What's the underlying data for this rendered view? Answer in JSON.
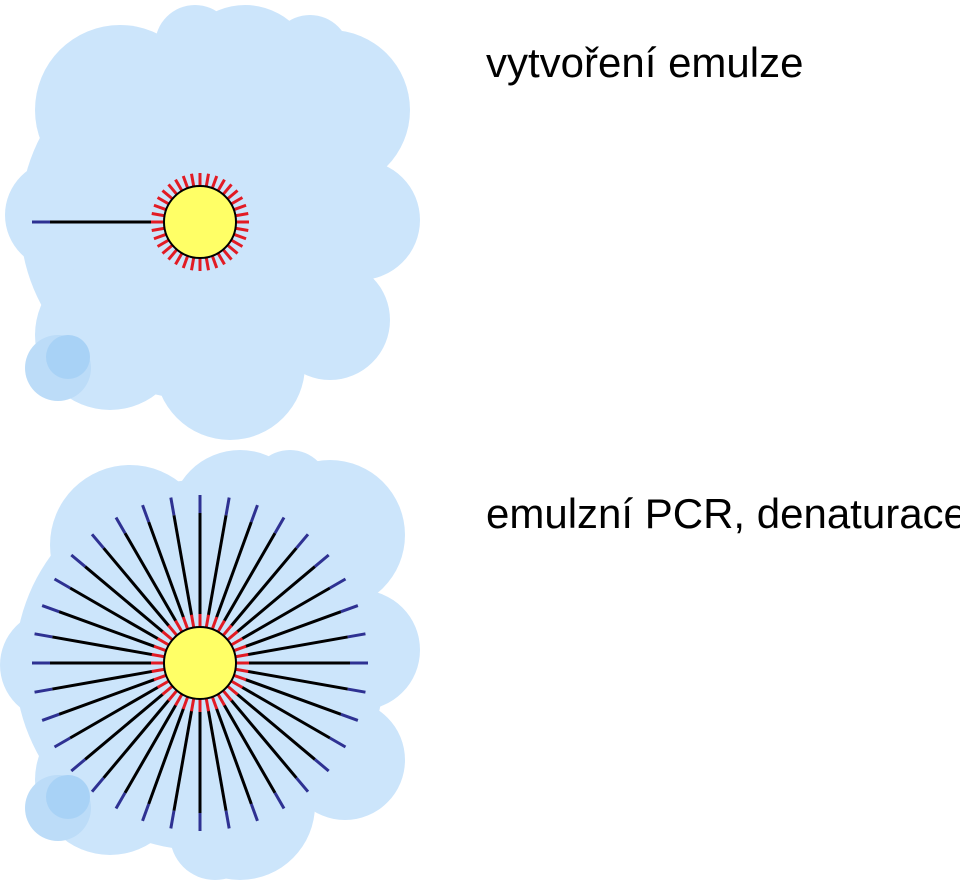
{
  "panels": [
    {
      "caption": "vytvoření emulze",
      "strands": 1
    },
    {
      "caption": "emulzní PCR, denaturace",
      "strands": 36
    }
  ],
  "colors": {
    "droplet": "#cce5fb",
    "droplet_small": "#aed6f7",
    "bead_fill": "#ffff66",
    "bead_stroke": "#000000",
    "primer": "#e21b24",
    "strand": "#000000",
    "strand_tip": "#2e3192"
  }
}
